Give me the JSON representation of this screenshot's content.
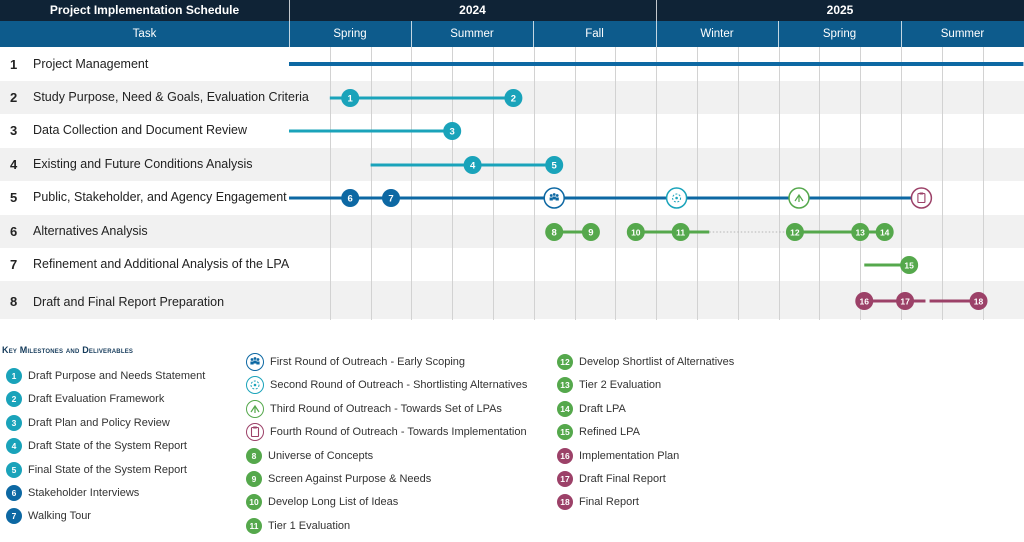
{
  "header": {
    "title": "Project Implementation Schedule",
    "years": [
      "2024",
      "2025"
    ],
    "task_label": "Task",
    "seasons": [
      "Spring",
      "Summer",
      "Fall",
      "Winter",
      "Spring",
      "Summer"
    ]
  },
  "colors": {
    "header_dark": "#0f2336",
    "header_blue": "#0d5b8c",
    "blue_dark": "#0d68a3",
    "teal": "#1aa3ba",
    "green": "#55a84c",
    "maroon": "#9c4168",
    "dotted_line": "#b5b5b5"
  },
  "tasks": [
    {
      "num": "1",
      "label": "Project Management"
    },
    {
      "num": "2",
      "label": "Study Purpose, Need & Goals, Evaluation Criteria"
    },
    {
      "num": "3",
      "label": "Data Collection and Document Review"
    },
    {
      "num": "4",
      "label": "Existing and Future Conditions Analysis"
    },
    {
      "num": "5",
      "label": "Public, Stakeholder, and Agency Engagement"
    },
    {
      "num": "6",
      "label": "Alternatives Analysis"
    },
    {
      "num": "7",
      "label": "Refinement and Additional Analysis of the LPA"
    },
    {
      "num": "8",
      "label": "Draft and Final Report Preparation"
    }
  ],
  "gantt": {
    "bars": [
      {
        "task": 1,
        "color": "blue_dark",
        "thick": 4,
        "start": 0,
        "end": 18
      },
      {
        "task": 2,
        "color": "teal",
        "thick": 3,
        "start": 1.0,
        "end": 5.4
      },
      {
        "task": 3,
        "color": "teal",
        "thick": 3,
        "start": 0,
        "end": 3.9
      },
      {
        "task": 4,
        "color": "teal",
        "thick": 3,
        "start": 2.0,
        "end": 6.5
      },
      {
        "task": 5,
        "color": "blue_dark",
        "thick": 3,
        "start": 0,
        "end": 15.7
      },
      {
        "task": 6,
        "color": "green",
        "thick": 3,
        "start": 6.5,
        "end": 7.4
      },
      {
        "task": 6,
        "color": "green",
        "thick": 3,
        "start": 8.5,
        "end": 10.3
      },
      {
        "task": 6,
        "color": "green",
        "thick": 3,
        "start": 12.3,
        "end": 14.5
      },
      {
        "task": 7,
        "color": "green",
        "thick": 3,
        "start": 14.1,
        "end": 15.2
      },
      {
        "task": 8,
        "color": "maroon",
        "thick": 3,
        "start": 14.1,
        "end": 15.6
      },
      {
        "task": 8,
        "color": "maroon",
        "thick": 3,
        "start": 15.7,
        "end": 17.1
      }
    ],
    "dotted": [
      {
        "task": 6,
        "start": 10.3,
        "end": 12.3
      }
    ],
    "milestones": [
      {
        "task": 2,
        "id": "1",
        "color": "teal",
        "at": 1.5
      },
      {
        "task": 2,
        "id": "2",
        "color": "teal",
        "at": 5.5
      },
      {
        "task": 3,
        "id": "3",
        "color": "teal",
        "at": 4.0
      },
      {
        "task": 4,
        "id": "4",
        "color": "teal",
        "at": 4.5
      },
      {
        "task": 4,
        "id": "5",
        "color": "teal",
        "at": 6.5
      },
      {
        "task": 5,
        "id": "6",
        "color": "blue_dark",
        "at": 1.5
      },
      {
        "task": 5,
        "id": "7",
        "color": "blue_dark",
        "at": 2.5
      },
      {
        "task": 6,
        "id": "8",
        "color": "green",
        "at": 6.5
      },
      {
        "task": 6,
        "id": "9",
        "color": "green",
        "at": 7.4
      },
      {
        "task": 6,
        "id": "10",
        "color": "green",
        "at": 8.5
      },
      {
        "task": 6,
        "id": "11",
        "color": "green",
        "at": 9.6
      },
      {
        "task": 6,
        "id": "12",
        "color": "green",
        "at": 12.4
      },
      {
        "task": 6,
        "id": "13",
        "color": "green",
        "at": 14.0
      },
      {
        "task": 6,
        "id": "14",
        "color": "green",
        "at": 14.6
      },
      {
        "task": 7,
        "id": "15",
        "color": "green",
        "at": 15.2
      },
      {
        "task": 8,
        "id": "16",
        "color": "maroon",
        "at": 14.1
      },
      {
        "task": 8,
        "id": "17",
        "color": "maroon",
        "at": 15.1
      },
      {
        "task": 8,
        "id": "18",
        "color": "maroon",
        "at": 16.9
      }
    ],
    "outreach": [
      {
        "task": 5,
        "kind": "first",
        "color": "blue_dark",
        "at": 6.5,
        "icon": "people-icon"
      },
      {
        "task": 5,
        "kind": "second",
        "color": "teal",
        "at": 9.5,
        "icon": "sorting-icon"
      },
      {
        "task": 5,
        "kind": "third",
        "color": "green",
        "at": 12.5,
        "icon": "arrows-icon"
      },
      {
        "task": 5,
        "kind": "fourth",
        "color": "maroon",
        "at": 15.5,
        "icon": "clipboard-icon"
      }
    ]
  },
  "legend": {
    "title": "Key Milestones and Deliverables",
    "col1": [
      {
        "id": "1",
        "color": "teal",
        "label": "Draft Purpose and Needs Statement"
      },
      {
        "id": "2",
        "color": "teal",
        "label": "Draft Evaluation Framework"
      },
      {
        "id": "3",
        "color": "teal",
        "label": "Draft Plan and Policy Review"
      },
      {
        "id": "4",
        "color": "teal",
        "label": "Draft State of the System Report"
      },
      {
        "id": "5",
        "color": "teal",
        "label": "Final State of the System Report"
      },
      {
        "id": "6",
        "color": "blue_dark",
        "label": "Stakeholder Interviews"
      },
      {
        "id": "7",
        "color": "blue_dark",
        "label": "Walking Tour"
      }
    ],
    "col2": [
      {
        "icon": "people-icon",
        "color": "blue_dark",
        "label": "First Round of Outreach - Early Scoping"
      },
      {
        "icon": "sorting-icon",
        "color": "teal",
        "label": "Second Round of Outreach - Shortlisting Alternatives"
      },
      {
        "icon": "arrows-icon",
        "color": "green",
        "label": "Third Round of Outreach - Towards Set of LPAs"
      },
      {
        "icon": "clipboard-icon",
        "color": "maroon",
        "label": "Fourth Round of Outreach - Towards Implementation"
      },
      {
        "id": "8",
        "color": "green",
        "label": "Universe of Concepts"
      },
      {
        "id": "9",
        "color": "green",
        "label": "Screen Against Purpose & Needs"
      },
      {
        "id": "10",
        "color": "green",
        "label": "Develop Long List of Ideas"
      },
      {
        "id": "11",
        "color": "green",
        "label": "Tier 1 Evaluation"
      }
    ],
    "col3": [
      {
        "id": "12",
        "color": "green",
        "label": "Develop Shortlist of Alternatives"
      },
      {
        "id": "13",
        "color": "green",
        "label": "Tier 2 Evaluation"
      },
      {
        "id": "14",
        "color": "green",
        "label": "Draft LPA"
      },
      {
        "id": "15",
        "color": "green",
        "label": "Refined LPA"
      },
      {
        "id": "16",
        "color": "maroon",
        "label": "Implementation Plan"
      },
      {
        "id": "17",
        "color": "maroon",
        "label": "Draft Final Report"
      },
      {
        "id": "18",
        "color": "maroon",
        "label": "Final Report"
      }
    ]
  }
}
